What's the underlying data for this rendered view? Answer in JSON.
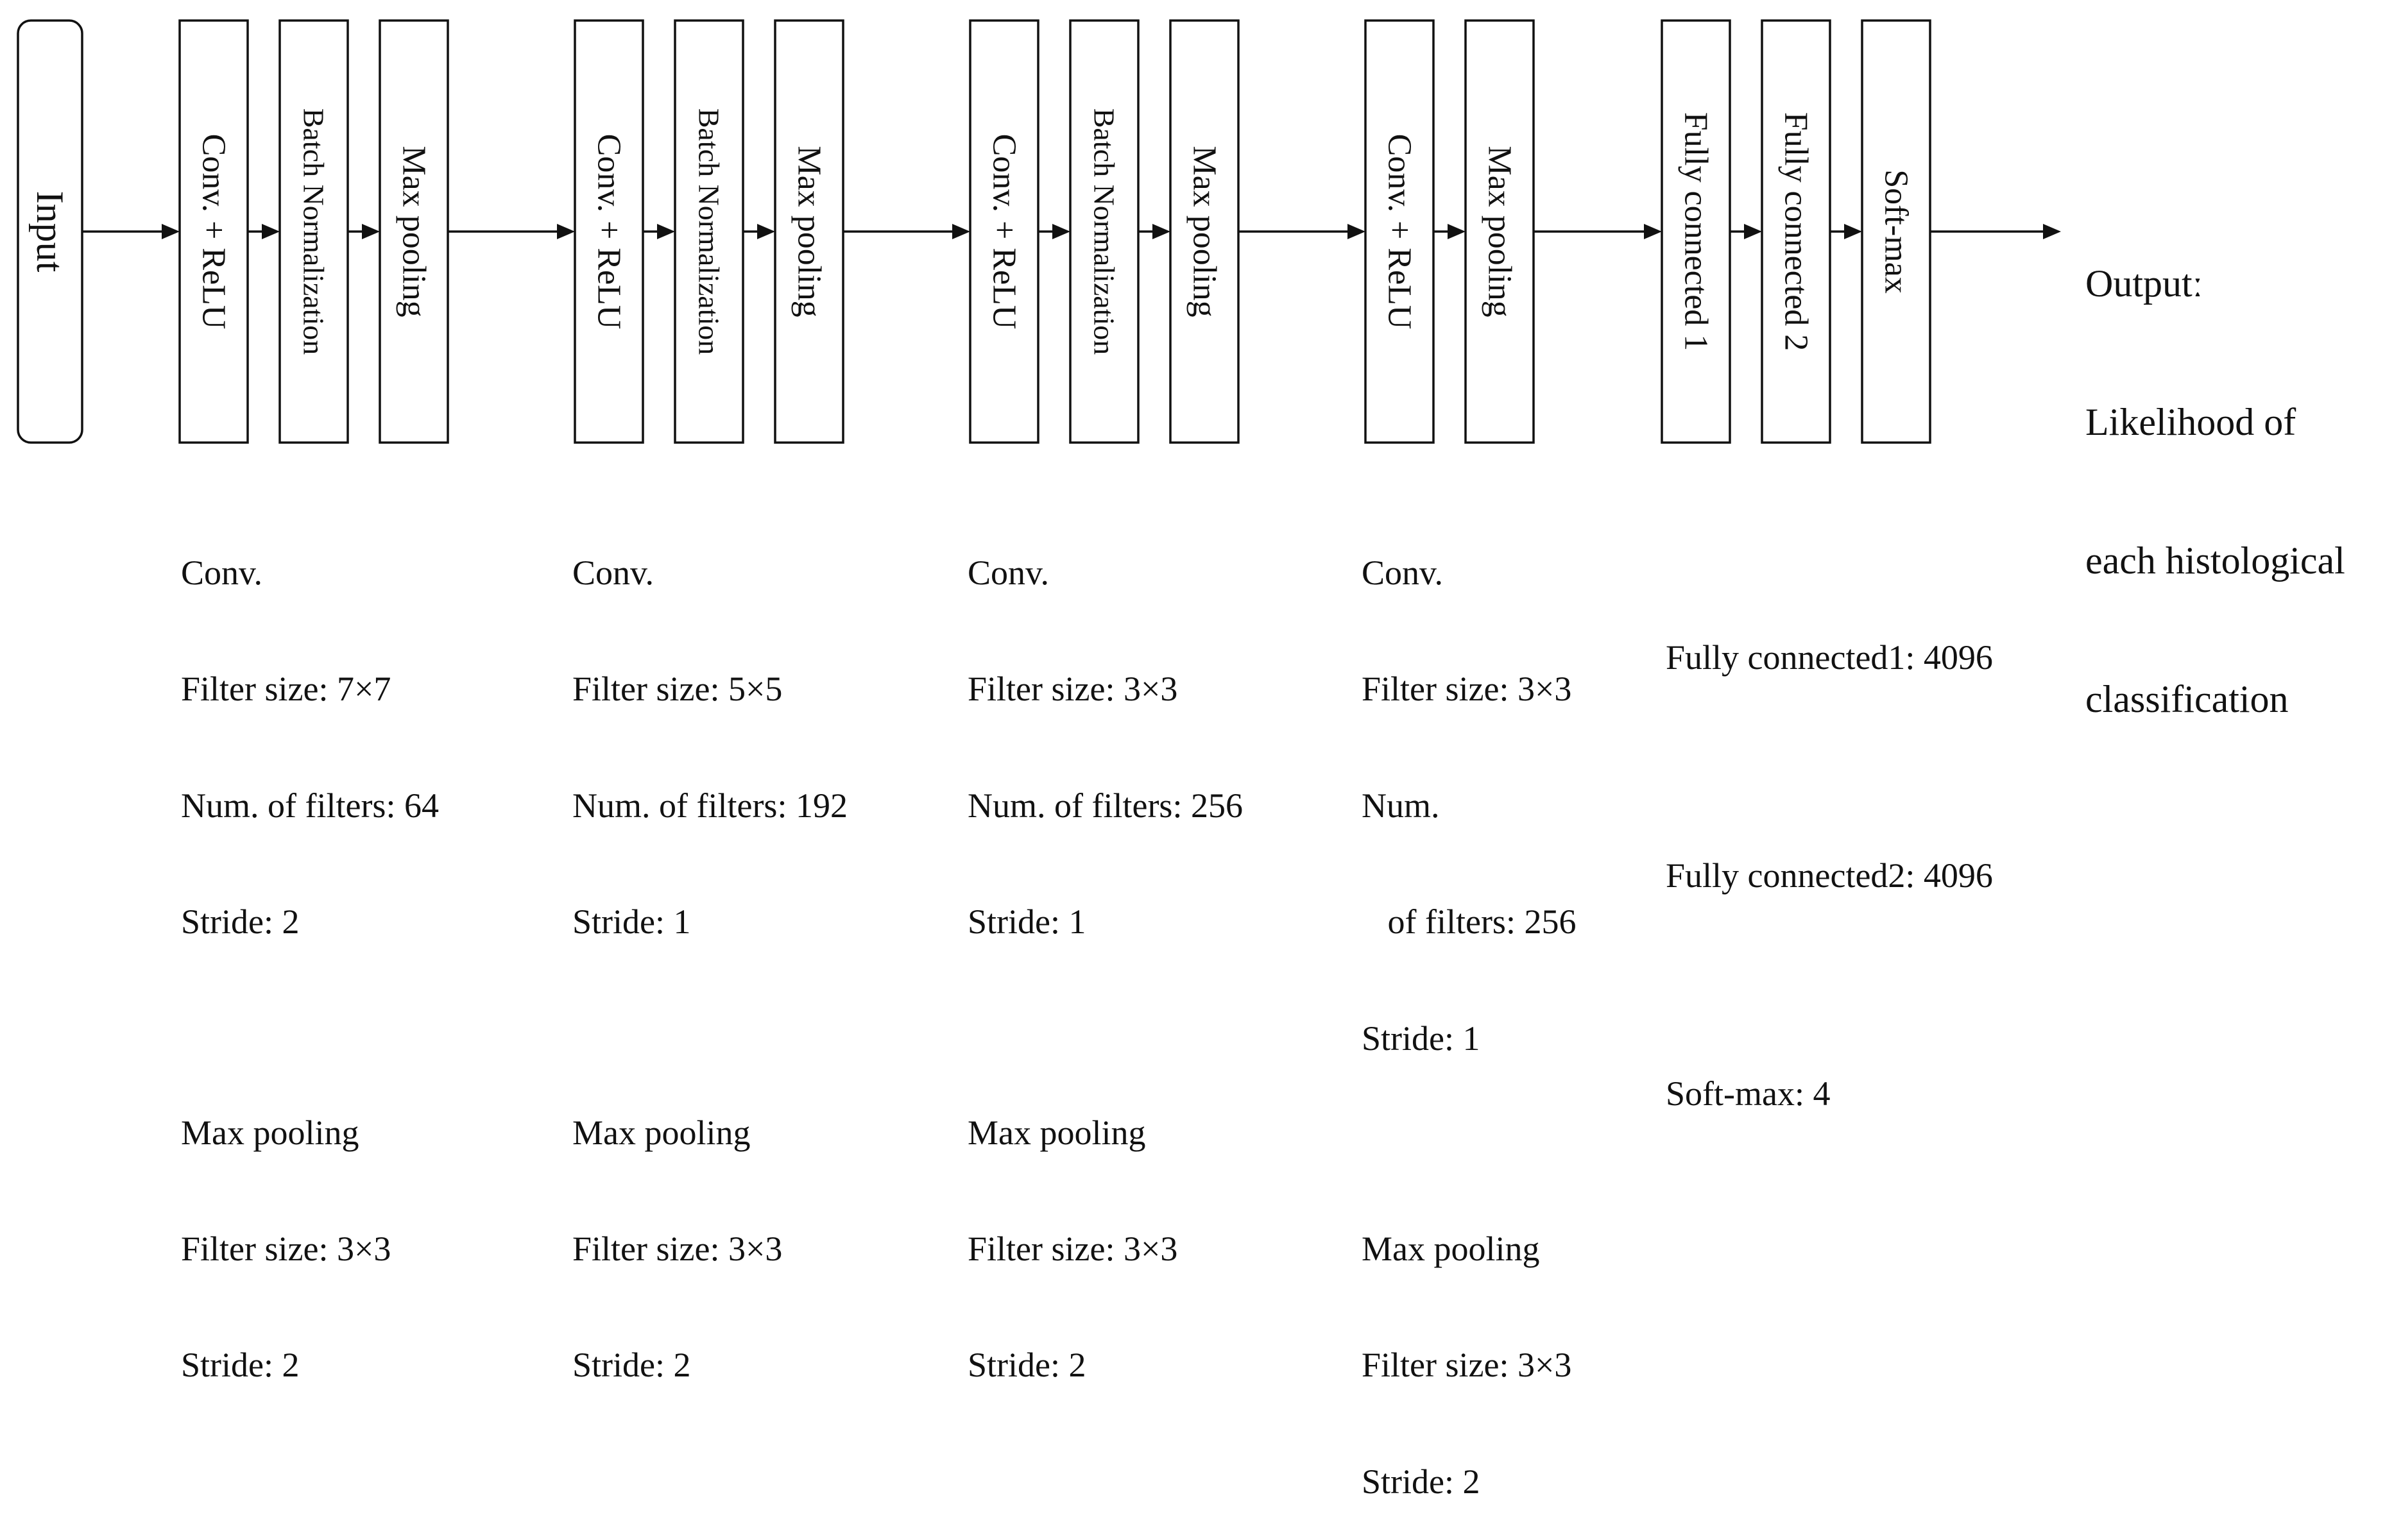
{
  "diagram": {
    "input_label": "Input",
    "blocks": [
      {
        "label": "Conv. + ReLU"
      },
      {
        "label": "Batch Normalization"
      },
      {
        "label": "Max pooling"
      },
      {
        "label": "Conv. + ReLU"
      },
      {
        "label": "Batch Normalization"
      },
      {
        "label": "Max pooling"
      },
      {
        "label": "Conv. + ReLU"
      },
      {
        "label": "Batch Normalization"
      },
      {
        "label": "Max pooling"
      },
      {
        "label": "Conv. + ReLU"
      },
      {
        "label": "Max pooling"
      },
      {
        "label": "Fully connected 1"
      },
      {
        "label": "Fully connected 2"
      },
      {
        "label": "Soft-max"
      }
    ],
    "output": {
      "lines": [
        "Outputː",
        "Likelihood of",
        "each histological",
        "classification"
      ]
    }
  },
  "notes": {
    "group1": {
      "conv": [
        "Conv.",
        "Filter size: 7×7",
        "Num. of filters: 64",
        "Stride: 2"
      ],
      "pool": [
        "Max pooling",
        "Filter size: 3×3",
        "Stride: 2"
      ]
    },
    "group2": {
      "conv": [
        "Conv.",
        "Filter size: 5×5",
        "Num. of filters: 192",
        "Stride: 1"
      ],
      "pool": [
        "Max pooling",
        "Filter size: 3×3",
        "Stride: 2"
      ]
    },
    "group3": {
      "conv": [
        "Conv.",
        "Filter size: 3×3",
        "Num. of filters: 256",
        "Stride: 1"
      ],
      "pool": [
        "Max pooling",
        "Filter size: 3×3",
        "Stride: 2"
      ]
    },
    "group4": {
      "conv": [
        "Conv.",
        "Filter size: 3×3",
        "Num.",
        "   of filters: 256",
        "Stride: 1"
      ],
      "pool": [
        "Max pooling",
        "Filter size: 3×3",
        "Stride: 2"
      ]
    },
    "fc": [
      "Fully connected1: 4096",
      "Fully connected2: 4096",
      "Soft-max: 4"
    ]
  }
}
